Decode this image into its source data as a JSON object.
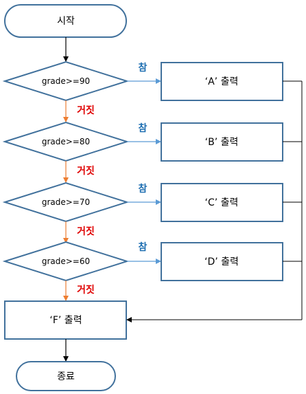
{
  "flowchart": {
    "start": "시작",
    "end": "종료",
    "true_label": "참",
    "false_label": "거짓",
    "conditions": [
      {
        "test": "grade>=90",
        "output": "‘A’ 출력"
      },
      {
        "test": "grade>=80",
        "output": "‘B’ 출력"
      },
      {
        "test": "grade>=70",
        "output": "‘C’ 출력"
      },
      {
        "test": "grade>=60",
        "output": "‘D’ 출력"
      }
    ],
    "default_output": "‘F’ 출력"
  },
  "colors": {
    "node_stroke": "#41719c",
    "arrow_main": "#000000",
    "arrow_false": "#ed7d31",
    "arrow_true": "#5b9bd5",
    "true_text": "#1f6fb2",
    "false_text": "#e00000"
  }
}
